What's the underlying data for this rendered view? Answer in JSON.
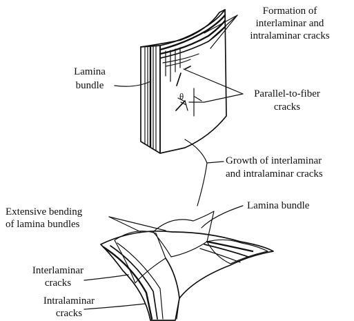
{
  "labels": {
    "formation": [
      "Formation of",
      "interlaminar and",
      "intralaminar cracks"
    ],
    "lamina_bundle_top": [
      "Lamina",
      "bundle"
    ],
    "parallel_cracks": [
      "Parallel-to-fiber",
      "cracks"
    ],
    "theta": "θ",
    "growth": [
      "Growth of interlaminar",
      "and intralaminar cracks"
    ],
    "extensive_bending": [
      "Extensive bending",
      "of lamina bundles"
    ],
    "lamina_bundle_bottom": "Lamina bundle",
    "interlaminar_cracks": [
      "Interlaminar",
      "cracks"
    ],
    "intralaminar_cracks": [
      "Intralaminar",
      "cracks"
    ]
  }
}
